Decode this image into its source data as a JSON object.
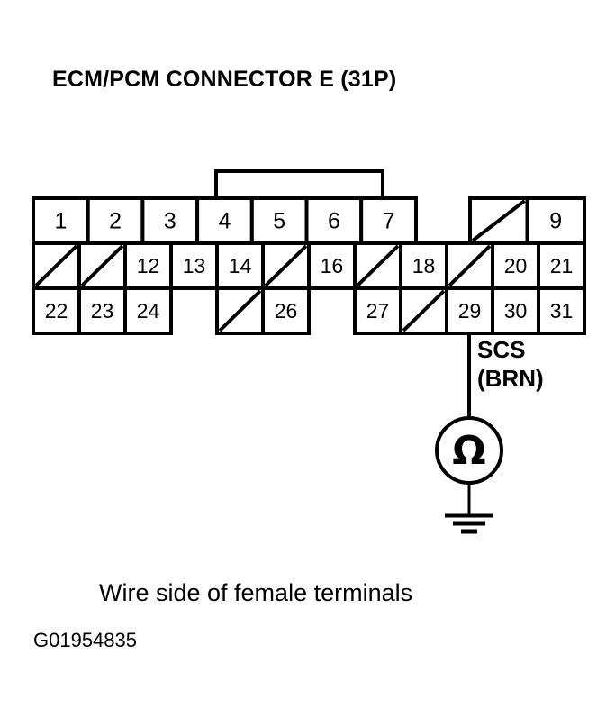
{
  "figure": {
    "title": "ECM/PCM CONNECTOR E (31P)",
    "caption": "Wire side of female terminals",
    "figure_id": "G01954835",
    "line_color": "#000000",
    "background_color": "#ffffff"
  },
  "connector": {
    "total_pins": "31",
    "rows": [
      {
        "row_index": 1,
        "cells": [
          {
            "label": "1",
            "blank": false
          },
          {
            "label": "2",
            "blank": false
          },
          {
            "label": "3",
            "blank": false
          },
          {
            "label": "4",
            "blank": false
          },
          {
            "label": "5",
            "blank": false
          },
          {
            "label": "6",
            "blank": false
          },
          {
            "label": "7",
            "blank": false
          },
          {
            "label": "",
            "blank": true
          },
          {
            "label": "9",
            "blank": false
          }
        ]
      },
      {
        "row_index": 2,
        "cells": [
          {
            "label": "",
            "blank": true
          },
          {
            "label": "",
            "blank": true
          },
          {
            "label": "12",
            "blank": false
          },
          {
            "label": "13",
            "blank": false
          },
          {
            "label": "14",
            "blank": false
          },
          {
            "label": "",
            "blank": true
          },
          {
            "label": "16",
            "blank": false
          },
          {
            "label": "",
            "blank": true
          },
          {
            "label": "18",
            "blank": false
          },
          {
            "label": "",
            "blank": true
          },
          {
            "label": "20",
            "blank": false
          },
          {
            "label": "21",
            "blank": false
          }
        ]
      },
      {
        "row_index": 3,
        "cells": [
          {
            "label": "22",
            "blank": false
          },
          {
            "label": "23",
            "blank": false
          },
          {
            "label": "24",
            "blank": false
          },
          {
            "label": "",
            "blank": true
          },
          {
            "label": "26",
            "blank": false
          },
          {
            "label": "27",
            "blank": false
          },
          {
            "label": "",
            "blank": true
          },
          {
            "label": "29",
            "blank": false
          },
          {
            "label": "30",
            "blank": false
          },
          {
            "label": "31",
            "blank": false
          }
        ]
      }
    ]
  },
  "wire": {
    "signal_name": "SCS",
    "wire_color": "(BRN)",
    "from_pin": "29"
  },
  "meter": {
    "symbol": "Ω",
    "type": "ohmmeter",
    "ground": "chassis-ground"
  }
}
